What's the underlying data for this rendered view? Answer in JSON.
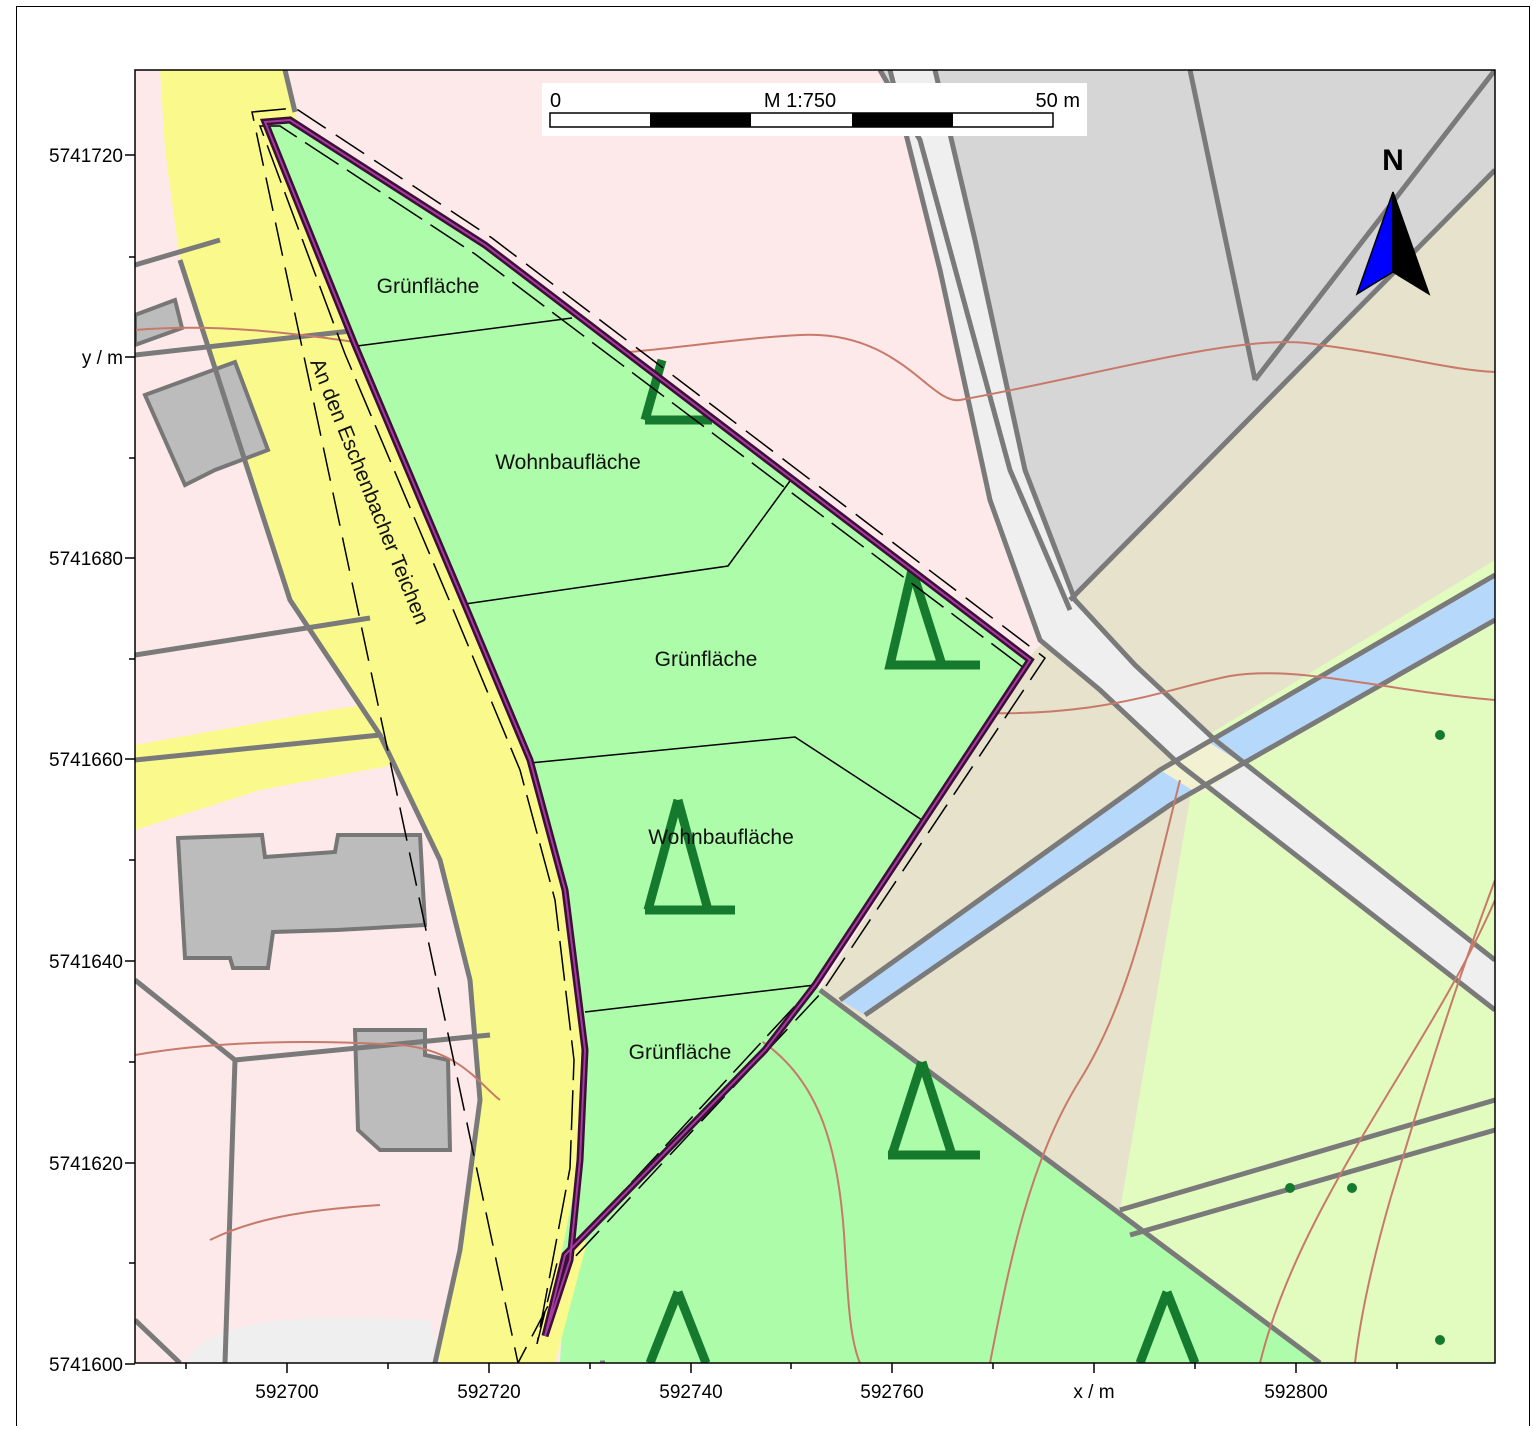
{
  "map": {
    "scale_text": "M 1:750",
    "scale_bar": {
      "start_label": "0",
      "end_label": "50 m",
      "segments": 5
    },
    "north_arrow": {
      "label": "N"
    },
    "x_axis": {
      "label": "x / m",
      "ticks": [
        "592700",
        "592720",
        "592740",
        "592760",
        "592800"
      ]
    },
    "y_axis": {
      "label": "y / m",
      "ticks": [
        "5741720",
        "5741680",
        "5741660",
        "5741640",
        "5741620",
        "5741600"
      ]
    },
    "street_name": "An den Eschenbacher Teichen",
    "areas": [
      {
        "label": "Grünfläche"
      },
      {
        "label": "Wohnbaufläche"
      },
      {
        "label": "Grünfläche"
      },
      {
        "label": "Wohnbaufläche"
      },
      {
        "label": "Grünfläche"
      }
    ],
    "colors": {
      "settlement": "#fde9e9",
      "road": "#fafa8c",
      "green": "#adfca9",
      "building": "#bcbcbc",
      "water": "#b6d8fb",
      "farmland": "#e6e2cb",
      "meadow": "#e2fbbf",
      "boundary": "#5a1a55",
      "forest_symbol": "#167a2e",
      "contour": "#c87a6a"
    }
  }
}
